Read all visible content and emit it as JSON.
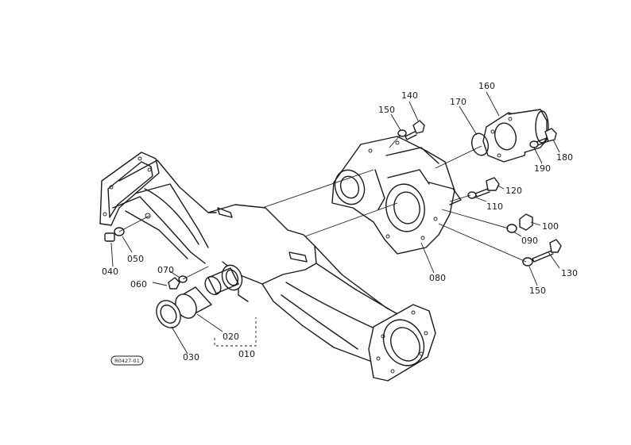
{
  "reference_code": "R0427-01",
  "callouts": [
    {
      "id": "010",
      "label": "010"
    },
    {
      "id": "020",
      "label": "020"
    },
    {
      "id": "030",
      "label": "030"
    },
    {
      "id": "040",
      "label": "040"
    },
    {
      "id": "050",
      "label": "050"
    },
    {
      "id": "060",
      "label": "060"
    },
    {
      "id": "070",
      "label": "070"
    },
    {
      "id": "080",
      "label": "080"
    },
    {
      "id": "090",
      "label": "090"
    },
    {
      "id": "100",
      "label": "100"
    },
    {
      "id": "110",
      "label": "110"
    },
    {
      "id": "120",
      "label": "120"
    },
    {
      "id": "130",
      "label": "130"
    },
    {
      "id": "140",
      "label": "140"
    },
    {
      "id": "150a",
      "label": "150"
    },
    {
      "id": "150b",
      "label": "150"
    },
    {
      "id": "160",
      "label": "160"
    },
    {
      "id": "170",
      "label": "170"
    },
    {
      "id": "180",
      "label": "180"
    },
    {
      "id": "190",
      "label": "190"
    }
  ],
  "colors": {
    "ink": "#1a1a1a",
    "paper": "#ffffff"
  }
}
